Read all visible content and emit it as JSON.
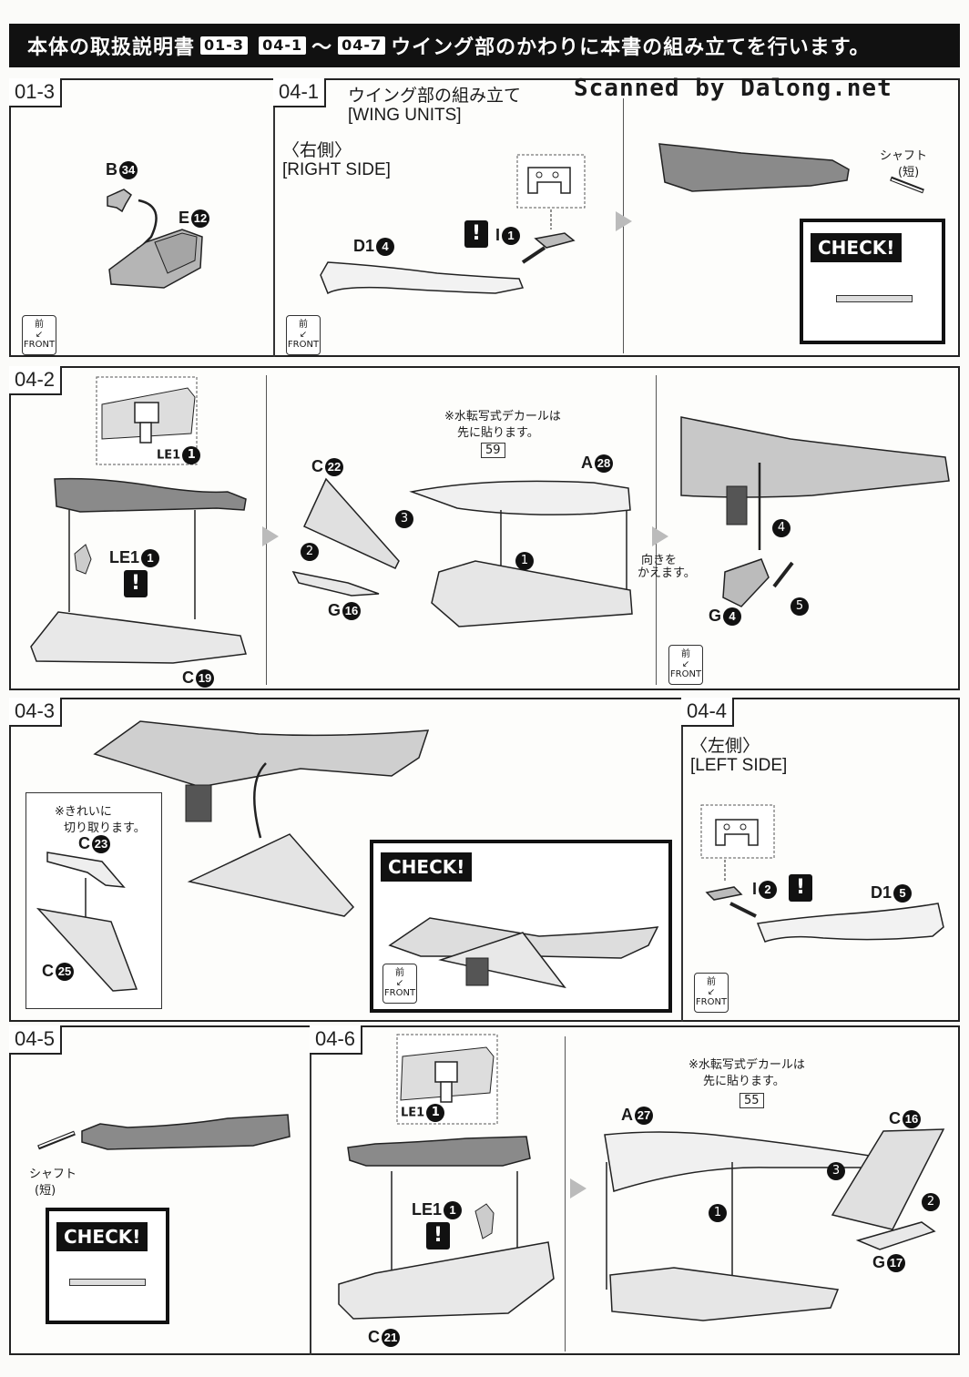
{
  "header": {
    "prefix": "本体の取扱説明書",
    "ref1": "01-3",
    "ref2": "04-1",
    "tilde": "～",
    "ref3": "04-7",
    "suffix": "ウイング部のかわりに本書の組み立てを行います。"
  },
  "watermark": "Scanned by Dalong.net",
  "front": {
    "kanji": "前",
    "label": "FRONT"
  },
  "check_label": "CHECK!",
  "step_01_3": {
    "step": "01-3",
    "parts": [
      "B",
      "E"
    ],
    "part_nums": [
      "34",
      "12"
    ]
  },
  "step_04_1": {
    "step": "04-1",
    "title_jp": "ウイング部の組み立て",
    "title_en": "[WING UNITS]",
    "side_jp": "〈右側〉",
    "side_en": "[RIGHT SIDE]",
    "part_d": "D1",
    "part_d_num": "4",
    "part_i": "I",
    "part_i_num": "1",
    "shaft_label": "シャフト",
    "shaft_sub": "(短)"
  },
  "step_04_2": {
    "step": "04-2",
    "le": "LE1",
    "le_num": "1",
    "c19": "C",
    "c19_num": "19",
    "decal_note_1": "※水転写式デカールは",
    "decal_note_2": "先に貼ります。",
    "decal_num": "59",
    "c22": "C",
    "c22_num": "22",
    "a28": "A",
    "a28_num": "28",
    "g16": "G",
    "g16_num": "16",
    "turn_note_1": "向きを",
    "turn_note_2": "かえます。",
    "g4": "G",
    "g4_num": "4",
    "arrows": [
      "1",
      "2",
      "3",
      "4",
      "5"
    ]
  },
  "step_04_3": {
    "step": "04-3",
    "cut_note_1": "※きれいに",
    "cut_note_2": "切り取ります。",
    "c23": "C",
    "c23_num": "23",
    "c25": "C",
    "c25_num": "25"
  },
  "step_04_4": {
    "step": "04-4",
    "side_jp": "〈左側〉",
    "side_en": "[LEFT SIDE]",
    "part_i": "I",
    "part_i_num": "2",
    "part_d": "D1",
    "part_d_num": "5"
  },
  "step_04_5": {
    "step": "04-5",
    "shaft_label": "シャフト",
    "shaft_sub": "(短)"
  },
  "step_04_6": {
    "step": "04-6",
    "le": "LE1",
    "le_num": "1",
    "c21": "C",
    "c21_num": "21",
    "decal_note_1": "※水転写式デカールは",
    "decal_note_2": "先に貼ります。",
    "decal_num": "55",
    "a27": "A",
    "a27_num": "27",
    "c16": "C",
    "c16_num": "16",
    "g17": "G",
    "g17_num": "17"
  }
}
